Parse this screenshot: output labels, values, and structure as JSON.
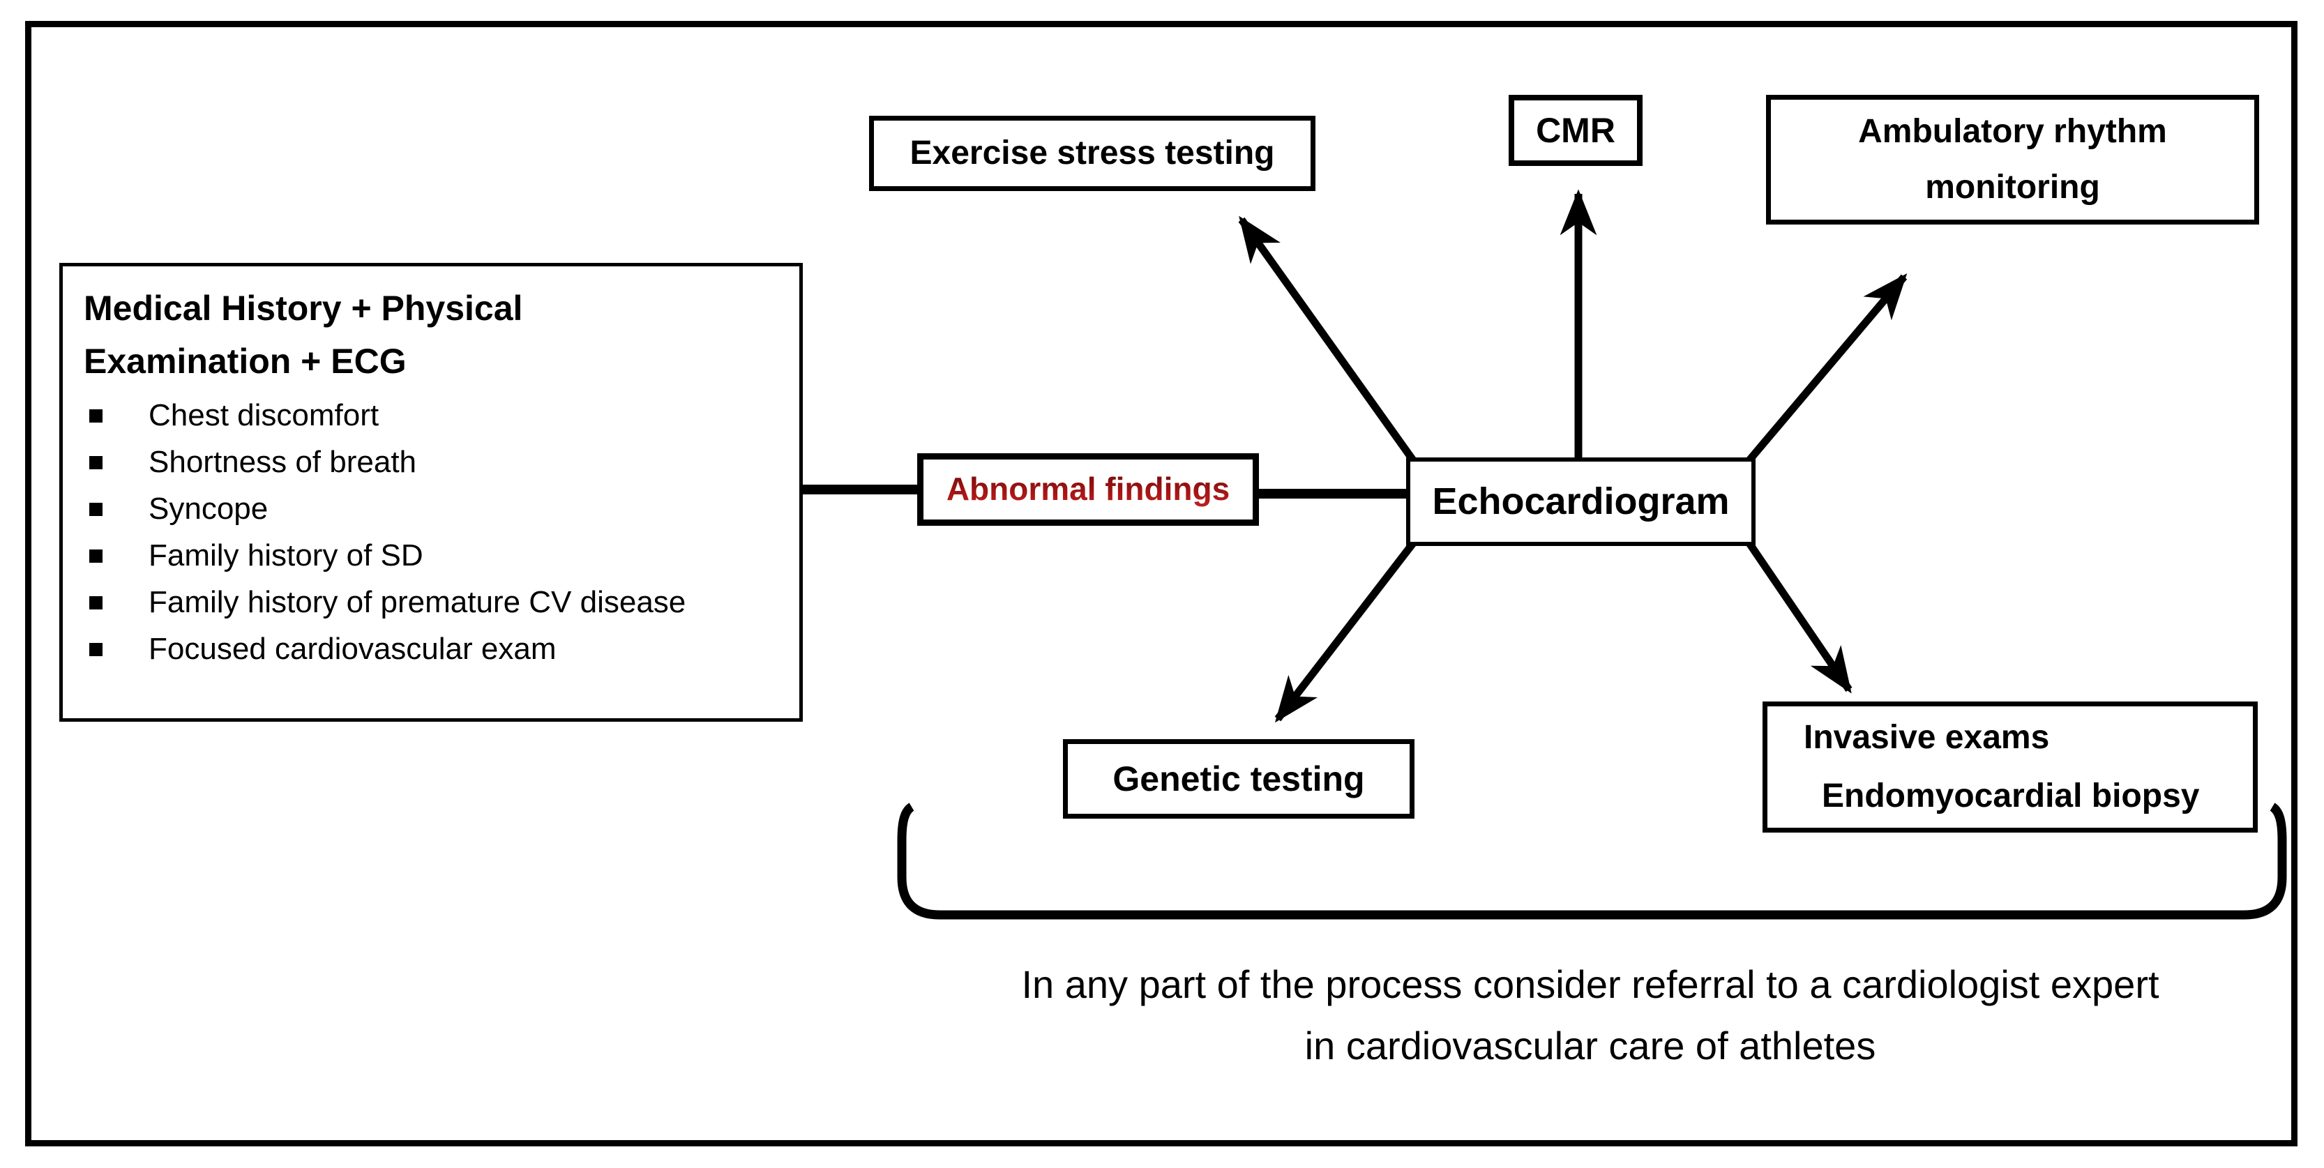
{
  "figure": {
    "boxes": {
      "history": {
        "title_line1": "Medical History + Physical",
        "title_line2": "Examination + ECG",
        "bullets": [
          "Chest discomfort",
          "Shortness of breath",
          "Syncope",
          "Family history of SD",
          "Family history of premature CV disease",
          "Focused cardiovascular exam"
        ]
      },
      "exercise": {
        "label": "Exercise stress testing"
      },
      "cmr": {
        "label": "CMR"
      },
      "ambulatory": {
        "line1": "Ambulatory rhythm",
        "line2": "monitoring"
      },
      "abnormal": {
        "label": "Abnormal findings"
      },
      "echo": {
        "label": "Echocardiogram"
      },
      "genetic": {
        "label": "Genetic testing"
      },
      "invasive": {
        "line1": "Invasive exams",
        "line2": "Endomyocardial biopsy"
      }
    },
    "footer": {
      "line1": "In any part of the process consider referral to a cardiologist expert",
      "line2": "in cardiovascular care of athletes"
    },
    "colors": {
      "ink": "#000000",
      "abnormal_text": "#9b1616",
      "background": "#ffffff"
    }
  }
}
